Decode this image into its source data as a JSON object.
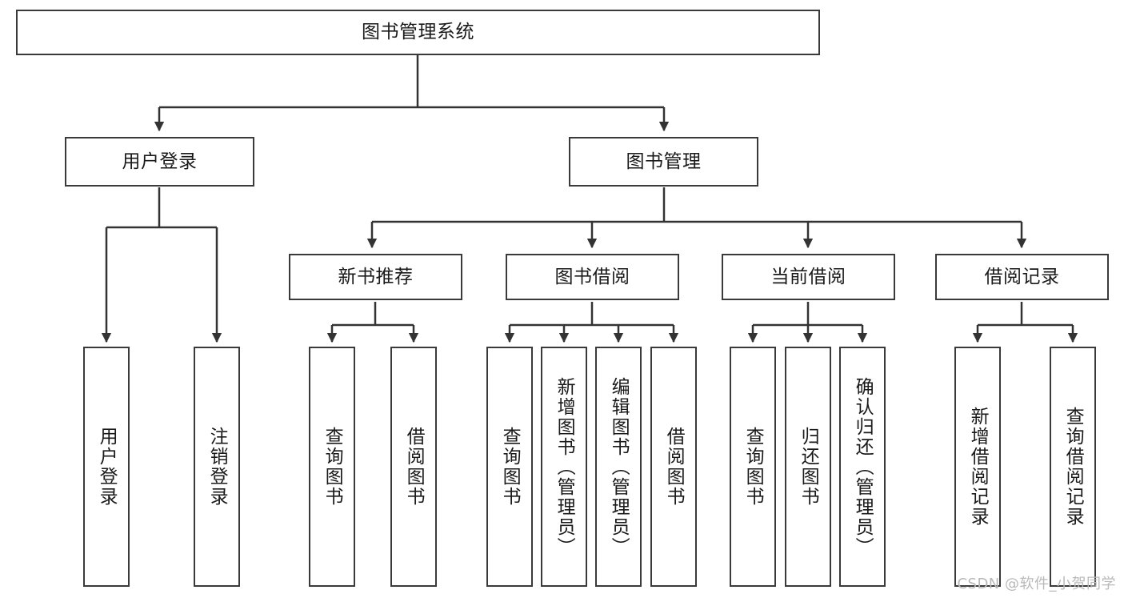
{
  "diagram": {
    "title": "图书管理系统",
    "type": "tree-hierarchy",
    "watermark": "CSDN @软件_小贺同学",
    "colors": {
      "box_border": "#3a3a3a",
      "box_fill": "#ffffff",
      "connector": "#333333",
      "text": "#1a1a1a",
      "watermark": "#b9b9b9"
    },
    "root": {
      "id": "root",
      "label": "图书管理系统"
    },
    "level2": [
      {
        "id": "user-login",
        "label": "用户登录"
      },
      {
        "id": "book-manage",
        "label": "图书管理"
      }
    ],
    "level3": [
      {
        "id": "new-book-recommend",
        "label": "新书推荐"
      },
      {
        "id": "book-borrow",
        "label": "图书借阅"
      },
      {
        "id": "current-borrow",
        "label": "当前借阅"
      },
      {
        "id": "borrow-record",
        "label": "借阅记录"
      }
    ],
    "leaves": [
      {
        "id": "leaf-user-login",
        "label": "用户登录",
        "parent": "user-login"
      },
      {
        "id": "leaf-user-logout",
        "label": "注销登录",
        "parent": "user-login"
      },
      {
        "id": "leaf-query-book-1",
        "label": "查询图书",
        "parent": "new-book-recommend"
      },
      {
        "id": "leaf-borrow-book-1",
        "label": "借阅图书",
        "parent": "new-book-recommend"
      },
      {
        "id": "leaf-query-book-2",
        "label": "查询图书",
        "parent": "book-borrow"
      },
      {
        "id": "leaf-add-book",
        "label": "新增图书（管理员）",
        "parent": "book-borrow"
      },
      {
        "id": "leaf-edit-book",
        "label": "编辑图书（管理员）",
        "parent": "book-borrow"
      },
      {
        "id": "leaf-borrow-book-2",
        "label": "借阅图书",
        "parent": "book-borrow"
      },
      {
        "id": "leaf-query-book-3",
        "label": "查询图书",
        "parent": "current-borrow"
      },
      {
        "id": "leaf-return-book",
        "label": "归还图书",
        "parent": "current-borrow"
      },
      {
        "id": "leaf-confirm-return",
        "label": "确认归还（管理员）",
        "parent": "current-borrow"
      },
      {
        "id": "leaf-add-record",
        "label": "新增借阅记录",
        "parent": "borrow-record"
      },
      {
        "id": "leaf-query-record",
        "label": "查询借阅记录",
        "parent": "borrow-record"
      }
    ]
  }
}
